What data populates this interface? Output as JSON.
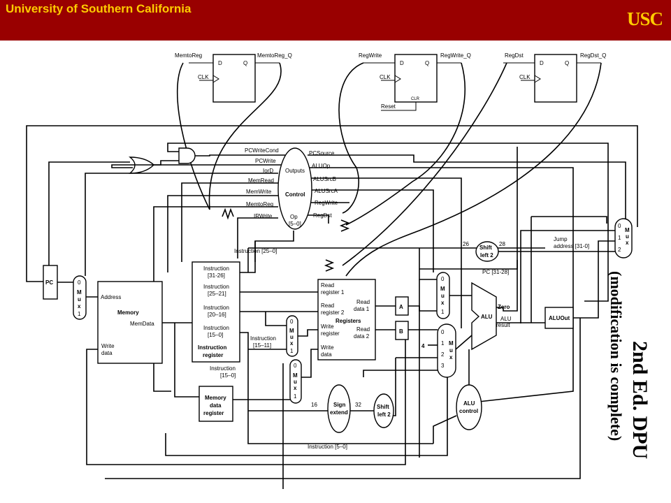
{
  "header": {
    "title": "University of Southern California",
    "logo": "USC",
    "background_color": "#990000",
    "text_color": "#ffcc00"
  },
  "side_note": {
    "line1": "2nd Ed. DPU",
    "line2": "(modification is complete)"
  },
  "flipflops": [
    {
      "d_label": "D",
      "q_label": "Q",
      "clk_label": "CLK",
      "input": "MemtoReg",
      "output": "MemtoReg_Q"
    },
    {
      "d_label": "D",
      "q_label": "Q",
      "clk_label": "CLK",
      "input": "RegWrite",
      "output": "RegWrite_Q",
      "clr_label": "CLR",
      "reset_label": "Reset"
    },
    {
      "d_label": "D",
      "q_label": "Q",
      "clk_label": "CLK",
      "input": "RegDst",
      "output": "RegDst_Q"
    }
  ],
  "control": {
    "outputs_label": "Outputs",
    "control_label": "Control",
    "op_label": "Op",
    "op_bits": "[5–0]",
    "left_signals": [
      "PCWriteCond",
      "PCWrite",
      "IorD",
      "MemRead",
      "MemWrite",
      "MemtoReg",
      "IRWrite"
    ],
    "right_signals": [
      "PCSource",
      "ALUOp",
      "ALUSrcB",
      "ALUSrcA",
      "RegWrite",
      "RegDst"
    ]
  },
  "blocks": {
    "pc": "PC",
    "memory": {
      "address": "Address",
      "title": "Memory",
      "memdata": "MemData",
      "write_data1": "Write",
      "write_data2": "data"
    },
    "instruction_register": {
      "fields": [
        "Instruction",
        "[31-26]",
        "Instruction",
        "[25–21]",
        "Instruction",
        "[20–16]",
        "Instruction",
        "[15–0]"
      ],
      "title1": "Instruction",
      "title2": "register"
    },
    "memory_data_register": [
      "Memory",
      "data",
      "register"
    ],
    "registers": {
      "read_reg1a": "Read",
      "read_reg1b": "register 1",
      "read_reg2a": "Read",
      "read_reg2b": "register 2",
      "title": "Registers",
      "write_rega": "Write",
      "write_regb": "register",
      "write_dataa": "Write",
      "write_datab": "data",
      "read_data1a": "Read",
      "read_data1b": "data 1",
      "read_data2a": "Read",
      "read_data2b": "data 2"
    },
    "reg_a": "A",
    "reg_b": "B",
    "alu": {
      "title": "ALU",
      "zero": "Zero",
      "result1": "ALU",
      "result2": "result"
    },
    "aluout": "ALUOut",
    "sign_extend": [
      "Sign",
      "extend"
    ],
    "shift_left_2a": [
      "Shift",
      "left 2"
    ],
    "shift_left_2b": [
      "Shift",
      "left 2"
    ],
    "alu_control": [
      "ALU",
      "control"
    ]
  },
  "labels": {
    "instr_25_0": "Instruction [25–0]",
    "instr_15_11a": "Instruction",
    "instr_15_11b": "[15–11]",
    "instr_15_0a": "Instruction",
    "instr_15_0b": "[15–0]",
    "instr_5_0": "Instruction [5–0]",
    "jump1": "Jump",
    "jump2": "address [31-0]",
    "pc_31_28": "PC [31-28]",
    "bits_26": "26",
    "bits_28": "28",
    "bits_16": "16",
    "bits_32": "32",
    "const_4": "4"
  },
  "mux_labels": {
    "m": "M",
    "u": "u",
    "x": "x",
    "zero": "0",
    "one": "1",
    "two": "2",
    "three": "3"
  }
}
